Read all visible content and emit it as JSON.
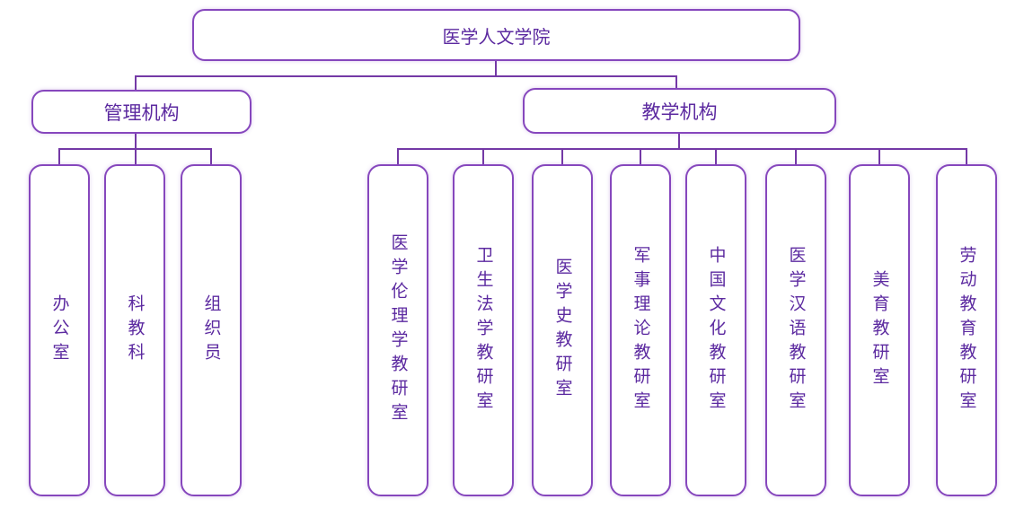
{
  "palette": {
    "background": "#ffffff",
    "border": "#8647bd",
    "line": "#7439a6",
    "text": "#5c2aa0"
  },
  "tree": {
    "root": {
      "label": "医学人文学院"
    },
    "branches": [
      {
        "label": "管理机构",
        "children": [
          {
            "label": "办公室"
          },
          {
            "label": "科教科"
          },
          {
            "label": "组织员"
          }
        ]
      },
      {
        "label": "教学机构",
        "children": [
          {
            "label": "医学伦理学教研室"
          },
          {
            "label": "卫生法学教研室"
          },
          {
            "label": "医学史教研室"
          },
          {
            "label": "军事理论教研室"
          },
          {
            "label": "中国文化教研室"
          },
          {
            "label": "医学汉语教研室"
          },
          {
            "label": "美育教研室"
          },
          {
            "label": "劳动教育教研室"
          }
        ]
      }
    ]
  }
}
